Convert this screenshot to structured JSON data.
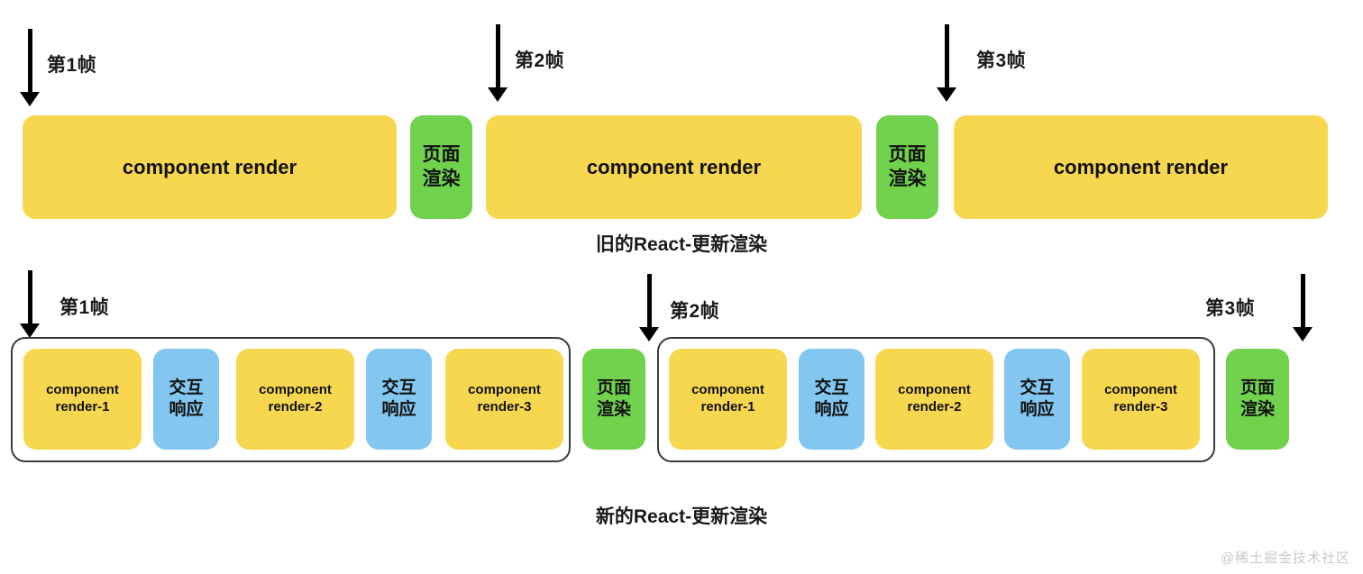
{
  "diagram": {
    "title_old": "旧的React-更新渲染",
    "title_new": "新的React-更新渲染",
    "watermark": "@稀土掘金技术社区",
    "colors": {
      "render": "#F7D74F",
      "paint": "#71D24D",
      "interaction": "#83C7F0",
      "outline": "#3c3c3c",
      "arrow": "#000000",
      "background": "#ffffff"
    },
    "labels": {
      "frame1": "第1帧",
      "frame2": "第2帧",
      "frame3": "第3帧",
      "component_render": "component render",
      "component_render_1": "component\nrender-1",
      "component_render_2": "component\nrender-2",
      "component_render_3": "component\nrender-3",
      "page_paint": "页面\n渲染",
      "interaction_response": "交互\n响应"
    }
  },
  "old_row": {
    "arrows": [
      {
        "label": "第1帧"
      },
      {
        "label": "第2帧"
      },
      {
        "label": "第3帧"
      }
    ],
    "blocks": [
      {
        "kind": "render",
        "text": "component render"
      },
      {
        "kind": "paint",
        "text": "页面\n渲染"
      },
      {
        "kind": "render",
        "text": "component render"
      },
      {
        "kind": "paint",
        "text": "页面\n渲染"
      },
      {
        "kind": "render",
        "text": "component render"
      }
    ]
  },
  "new_row": {
    "arrows": [
      {
        "label": "第1帧"
      },
      {
        "label": "第2帧"
      },
      {
        "label": "第3帧"
      }
    ],
    "group1": [
      {
        "kind": "render",
        "text": "component\nrender-1"
      },
      {
        "kind": "interaction",
        "text": "交互\n响应"
      },
      {
        "kind": "render",
        "text": "component\nrender-2"
      },
      {
        "kind": "interaction",
        "text": "交互\n响应"
      },
      {
        "kind": "render",
        "text": "component\nrender-3"
      }
    ],
    "paint1": {
      "kind": "paint",
      "text": "页面\n渲染"
    },
    "group2": [
      {
        "kind": "render",
        "text": "component\nrender-1"
      },
      {
        "kind": "interaction",
        "text": "交互\n响应"
      },
      {
        "kind": "render",
        "text": "component\nrender-2"
      },
      {
        "kind": "interaction",
        "text": "交互\n响应"
      },
      {
        "kind": "render",
        "text": "component\nrender-3"
      }
    ],
    "paint2": {
      "kind": "paint",
      "text": "页面\n渲染"
    }
  }
}
